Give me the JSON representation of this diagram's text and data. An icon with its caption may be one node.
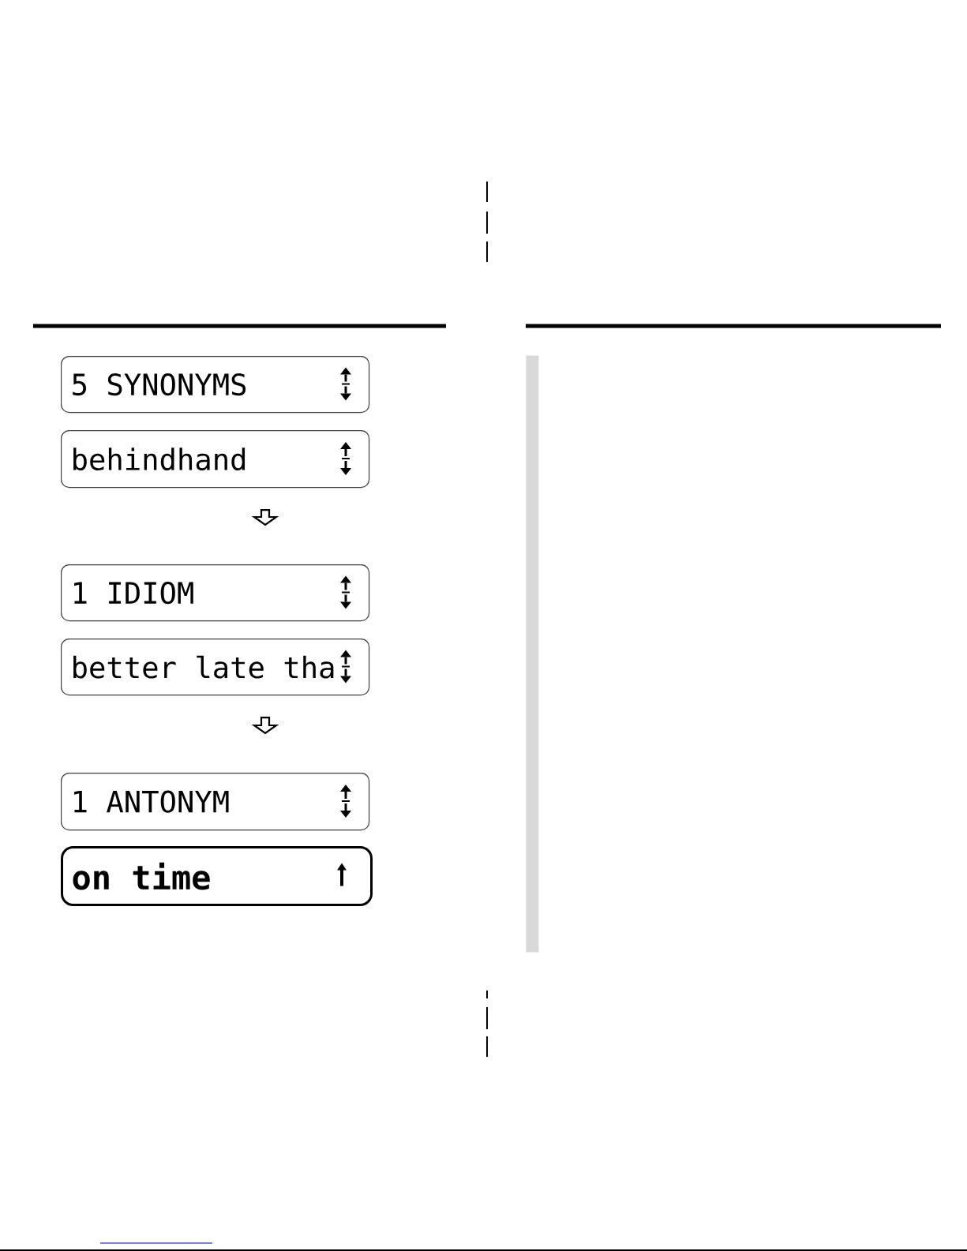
{
  "diagram": {
    "nodes": [
      {
        "text": [
          "5 SYNONYMS"
        ]
      },
      {
        "text": [
          "behindhand"
        ]
      },
      {
        "text": [
          "1 IDIOM"
        ]
      },
      {
        "text": [
          "better late tha"
        ]
      },
      {
        "text": [
          "1 ANTONYM"
        ]
      },
      {
        "text": [
          "on time"
        ]
      },
      {
        "text": [],
        "shape": "bar"
      }
    ],
    "edges": [
      {
        "from": 1,
        "to": 2,
        "arrow": "to"
      },
      {
        "from": 3,
        "to": 4,
        "arrow": "to"
      }
    ]
  }
}
